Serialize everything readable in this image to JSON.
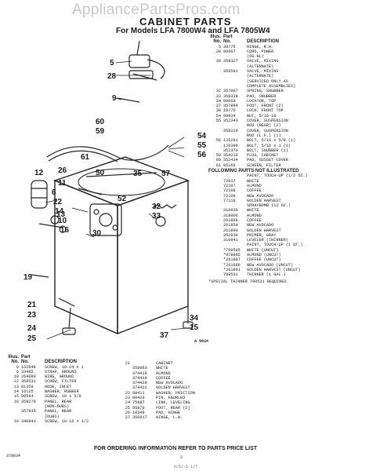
{
  "watermark": "AppliancePartsPros.com",
  "title": "CABINET PARTS",
  "models": "For Models LFA 7800W4 and LFA 7805W4",
  "diagram_id": "A 9834",
  "page_number": "2",
  "doc_code": "378834",
  "handwriting": "6/5/-5.1/7",
  "footer": "FOR ORDERING INFORMATION REFER TO PARTS PRICE LIST",
  "callouts": [
    "5",
    "28",
    "9",
    "60",
    "59",
    "54",
    "55",
    "56",
    "61",
    "12",
    "26",
    "11",
    "50",
    "35",
    "57",
    "6",
    "22",
    "14",
    "10",
    "52",
    "16",
    "13",
    "32",
    "33",
    "30",
    "19",
    "21",
    "23",
    "24",
    "25",
    "37",
    "34",
    "15"
  ],
  "right_table": {
    "headers": [
      "Illus.",
      "Part",
      "No.",
      "No.",
      "DESCRIPTION"
    ],
    "rows": [
      [
        "5",
        "38775",
        "HINGE, R.H."
      ],
      [
        "28",
        "90667",
        "CORD, POWER"
      ],
      [
        "",
        "",
        "(6G-HL)"
      ],
      [
        "30",
        "358327",
        "VALVE, MIXING"
      ],
      [
        "",
        "",
        "(ALTERNATE)"
      ],
      [
        "",
        "356591",
        "VALVE, MIXING"
      ],
      [
        "",
        "",
        "(ALTERNATE)"
      ],
      [
        "",
        "",
        "(SERVICED ONLY AS"
      ],
      [
        "",
        "",
        "COMPLETE ASSEMBLIES)"
      ],
      [
        "32",
        "357007",
        "SPRING, SNUBBER"
      ],
      [
        "33",
        "358338",
        "PAD, SNUBBER"
      ],
      [
        "34",
        "98669",
        "LOCATOR, TOP"
      ],
      [
        "37",
        "357894",
        "FOOT, FRONT (2)"
      ],
      [
        "38",
        "18776",
        "LOCK, FRONT TOP"
      ],
      [
        "54",
        "99934",
        "NUT, 5/16-18"
      ],
      [
        "55",
        "352343",
        "COVER, SUSPENSION"
      ],
      [
        "",
        "",
        "ROD (REAR) (2)"
      ],
      [
        "",
        "358220",
        "COVER, SUSPENSION"
      ],
      [
        "",
        "",
        "ROD (L.F.) (1)"
      ],
      [
        "56",
        "126281",
        "BOLT, 5/16 x 5/8 (1)"
      ],
      [
        "",
        "126398",
        "BOLT, 5/16 x 1 (3)"
      ],
      [
        "",
        "352370",
        "BOLT, SNUBBER (1)"
      ],
      [
        "59",
        "354219",
        "PLUG, CABINET"
      ],
      [
        "60",
        "352434",
        "PAD, GUSSET COVER"
      ],
      [
        "61",
        "95166",
        "SCREEN, FILTER"
      ]
    ],
    "section_header": "FOLLOWING PARTS NOT ILLUSTRATED",
    "paint_rows": [
      [
        "",
        "",
        "PAINT, TOUCH-UP (1/2 OZ.)"
      ],
      [
        "",
        "72017",
        "WHITE"
      ],
      [
        "",
        "72107",
        "ALMOND"
      ],
      [
        "",
        "72108",
        "COFFEE"
      ],
      [
        "",
        "72109",
        "NEW AVOCADO"
      ],
      [
        "",
        "77119",
        "GOLDEN HARVEST"
      ],
      [
        "",
        "",
        "SPRAYBOMB (12 OZ.)"
      ],
      [
        "",
        "310930",
        "WHITE"
      ],
      [
        "",
        "318906",
        "ALMOND"
      ],
      [
        "",
        "261886",
        "COFFEE"
      ],
      [
        "",
        "261850",
        "NEW AVOCADO"
      ],
      [
        "",
        "261890",
        "GOLDEN HARVEST"
      ],
      [
        "",
        "352938",
        "PRIMER, GRAY"
      ],
      [
        "",
        "310941",
        "LEVELER (THINNER)"
      ],
      [
        "",
        "",
        "PAINT, TOUCH-UP (1 QT.)"
      ],
      [
        "",
        "*799585",
        "WHITE (UNCUT)"
      ],
      [
        "",
        "*978885",
        "ALMOND (UNCUT)"
      ],
      [
        "",
        "*261887",
        "COFFEE (UNCUT)"
      ],
      [
        "",
        "*261889",
        "NEW AVOCADO (UNCUT)"
      ],
      [
        "",
        "*261891",
        "GOLDEN HARVEST (UNCUT)"
      ],
      [
        "",
        "799531",
        "THINNER (1 GAL.)"
      ]
    ],
    "note": "*SPECIAL THINNER 799531 REQUIRED."
  },
  "bottom_left_table": {
    "headers": [
      "Illus.",
      "Part",
      "No.",
      "No.",
      "DESCRIPTION"
    ],
    "rows": [
      [
        "9",
        "152848",
        "SCREW, 10-24 x 1"
      ],
      [
        "6",
        "33485",
        "STRAP, GROUND"
      ],
      [
        "10",
        "264089",
        "WIRE, GROUND"
      ],
      [
        "12",
        "358531",
        "SCREW, FILTER"
      ],
      [
        "13",
        "81359",
        "HOSE, INLET"
      ],
      [
        "14",
        "16125",
        "WASHER, RUBBER"
      ],
      [
        "15",
        "90564",
        "SCREW, 10 x 5/8"
      ],
      [
        "16",
        "358279",
        "PANEL, REAR"
      ],
      [
        "",
        "",
        "(NON-DUBS)"
      ],
      [
        "",
        "357835",
        "PANEL, REAR"
      ],
      [
        "",
        "",
        "(DUBS)"
      ],
      [
        "19",
        "340843",
        "SCREW, 10-16 x 1/2"
      ]
    ]
  },
  "bottom_right_table": {
    "rows": [
      [
        "21",
        "",
        "CABINET"
      ],
      [
        "",
        "358963",
        "WHITE"
      ],
      [
        "",
        "374418",
        "ALMOND"
      ],
      [
        "",
        "374419",
        "COFFEE"
      ],
      [
        "",
        "374420",
        "NEW AVOCADO"
      ],
      [
        "",
        "374421",
        "GOLDEN HARVEST"
      ],
      [
        "22",
        "98411",
        "WASHER, FRICTION"
      ],
      [
        "23",
        "98429",
        "PIN, KNURLED"
      ],
      [
        "24",
        "75887",
        "LINK, LEVELING"
      ],
      [
        "25",
        "95879",
        "FOOT, REAR (2)"
      ],
      [
        "26",
        "18349",
        "PAD, HINGE"
      ],
      [
        "27",
        "350917",
        "HINGE, L.H."
      ]
    ]
  }
}
